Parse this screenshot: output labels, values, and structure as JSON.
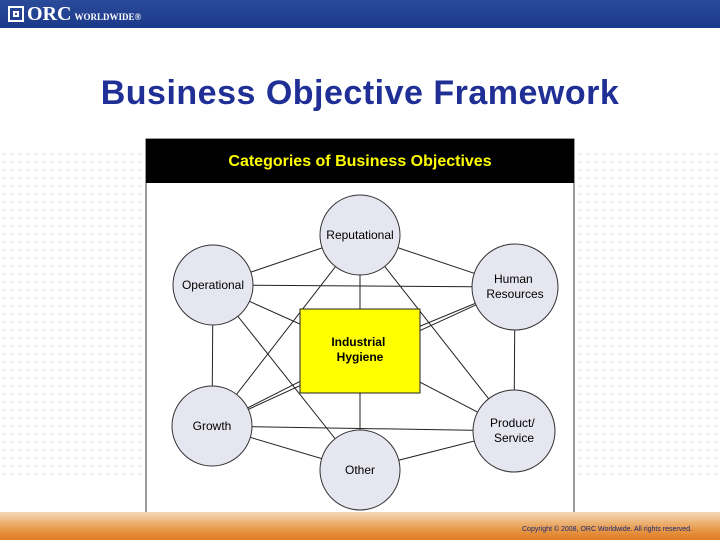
{
  "header": {
    "logo_name": "ORC",
    "logo_sub": "WORLDWIDE",
    "logo_mark": "®"
  },
  "slide": {
    "title": "Business Objective Framework"
  },
  "diagram": {
    "heading": "Categories of Business Objectives",
    "center": [
      "Industrial",
      "Hygiene"
    ],
    "nodes": [
      {
        "id": "reputational",
        "lines": [
          "Reputational"
        ]
      },
      {
        "id": "operational",
        "lines": [
          "Operational"
        ]
      },
      {
        "id": "human-resources",
        "lines": [
          "Human",
          "Resources"
        ]
      },
      {
        "id": "growth",
        "lines": [
          "Growth"
        ]
      },
      {
        "id": "product-service",
        "lines": [
          "Product/",
          "Service"
        ]
      },
      {
        "id": "other",
        "lines": [
          "Other"
        ]
      }
    ],
    "colors": {
      "heading_bg": "#000000",
      "heading_text": "#ffff00",
      "center_fill": "#ffff00",
      "node_fill": "#e6e6f0"
    }
  },
  "footer": {
    "copyright": "Copyright © 2008, ORC Worldwide. All rights reserved."
  }
}
